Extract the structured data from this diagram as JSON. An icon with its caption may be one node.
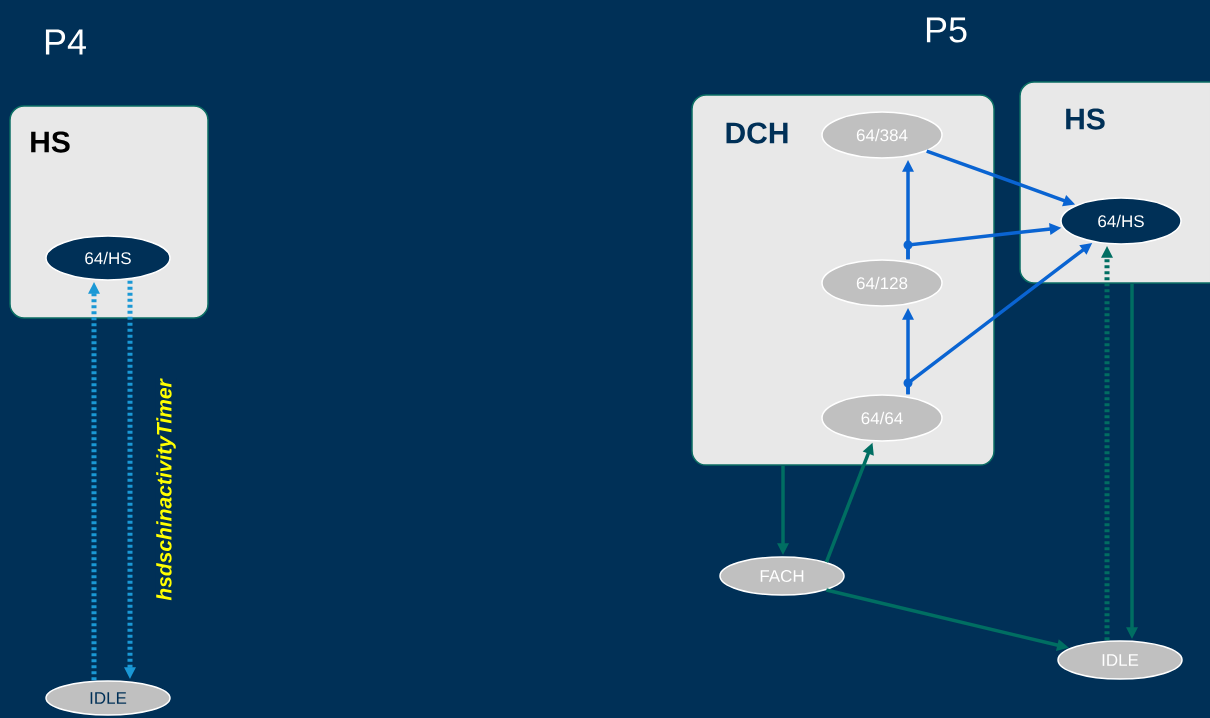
{
  "diagram": {
    "nodes": [
      {
        "text": [
          "HS"
        ]
      },
      {
        "text": [
          "64/HS"
        ],
        "in": 0
      },
      {
        "text": [
          "IDLE"
        ]
      },
      {
        "text": [
          "DCH"
        ]
      },
      {
        "text": [
          "64/384"
        ],
        "in": 3
      },
      {
        "text": [
          "64/128"
        ],
        "in": 3
      },
      {
        "text": [
          "64/64"
        ],
        "in": 3
      },
      {
        "text": [
          "HS"
        ]
      },
      {
        "text": [
          "64/HS"
        ],
        "in": 7
      },
      {
        "text": [
          "FACH"
        ]
      },
      {
        "text": [
          "IDLE"
        ]
      }
    ],
    "edges": [
      {
        "from": 2,
        "to": 1,
        "arrow": "to",
        "style": "dashed",
        "color": "#1a98d5"
      },
      {
        "from": 1,
        "to": 2,
        "arrow": "to",
        "style": "dashed",
        "color": "#1a98d5",
        "label": "hsdschinactivityTimer"
      },
      {
        "from": 4,
        "to": 8,
        "arrow": "to",
        "color": "#0a64d2"
      },
      {
        "from": 5,
        "to": 4,
        "arrow": "to",
        "color": "#0a64d2"
      },
      {
        "from": 5,
        "to": 8,
        "arrow": "to",
        "color": "#0a64d2"
      },
      {
        "from": 6,
        "to": 5,
        "arrow": "to",
        "color": "#0a64d2"
      },
      {
        "from": 6,
        "to": 8,
        "arrow": "to",
        "color": "#0a64d2"
      },
      {
        "from": 3,
        "to": 9,
        "arrow": "to",
        "color": "#006e62"
      },
      {
        "from": 9,
        "to": 6,
        "arrow": "to",
        "color": "#006e62"
      },
      {
        "from": 9,
        "to": 10,
        "arrow": "to",
        "color": "#006e62"
      },
      {
        "from": 7,
        "to": 10,
        "arrow": "to",
        "color": "#006e62"
      },
      {
        "from": 10,
        "to": 8,
        "arrow": "to",
        "style": "dashed",
        "color": "#006e62"
      }
    ],
    "labels": [
      "P4",
      "P5"
    ]
  }
}
